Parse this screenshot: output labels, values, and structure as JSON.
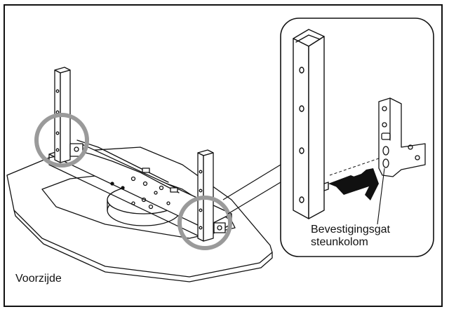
{
  "labels": {
    "front": "Voorzijde",
    "hole_line1": "Bevestigingsgat",
    "hole_line2": "steunkolom"
  },
  "colors": {
    "highlight_circle": "#9a9a9a",
    "line": "#111111",
    "arrow_fill": "#111111"
  }
}
